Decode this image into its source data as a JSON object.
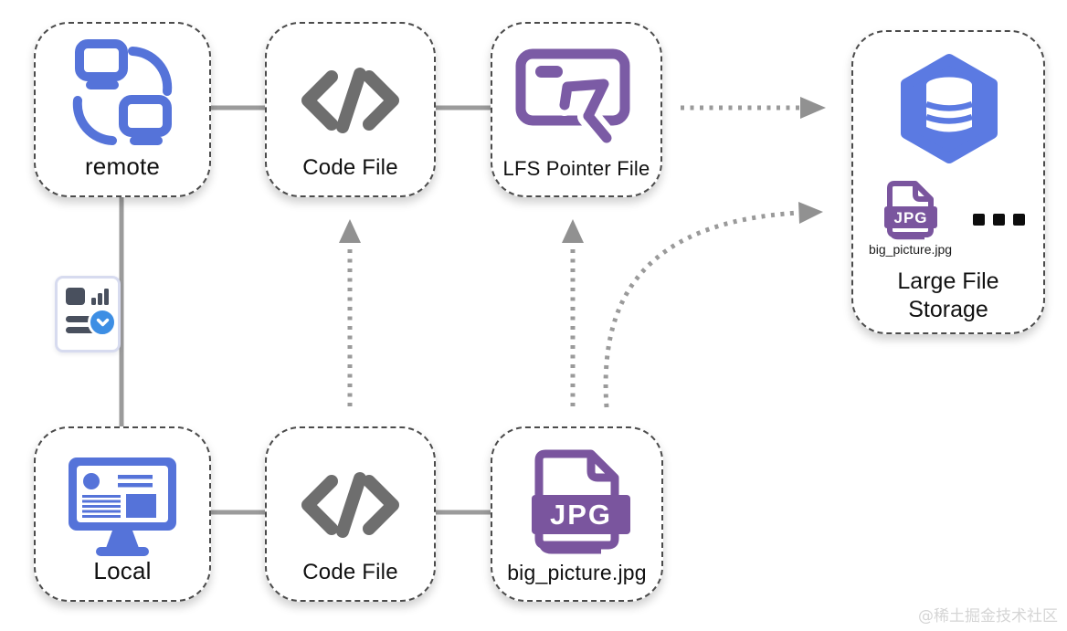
{
  "watermark": "@稀土掘金技术社区",
  "nodes": {
    "remote": {
      "label": "remote"
    },
    "code_file_top": {
      "label": "Code File"
    },
    "lfs_pointer_file": {
      "label": "LFS Pointer File"
    },
    "local": {
      "label": "Local"
    },
    "code_file_bottom": {
      "label": "Code File"
    },
    "big_picture": {
      "label": "big_picture.jpg"
    },
    "storage": {
      "label": "Large File Storage",
      "stored_file": "big_picture.jpg",
      "ellipsis": "..."
    }
  },
  "icons": {
    "jpg_badge": "JPG"
  },
  "colors": {
    "node_border": "#4b4b4b",
    "blue": "#5573d9",
    "hex_blue": "#5b7ae2",
    "purple": "#7b5ba5",
    "jpg_purple": "#7a559e",
    "code_gray": "#6e6e6e",
    "connector_gray": "#9a9a9a",
    "badge_blue": "#3d8ee4"
  }
}
